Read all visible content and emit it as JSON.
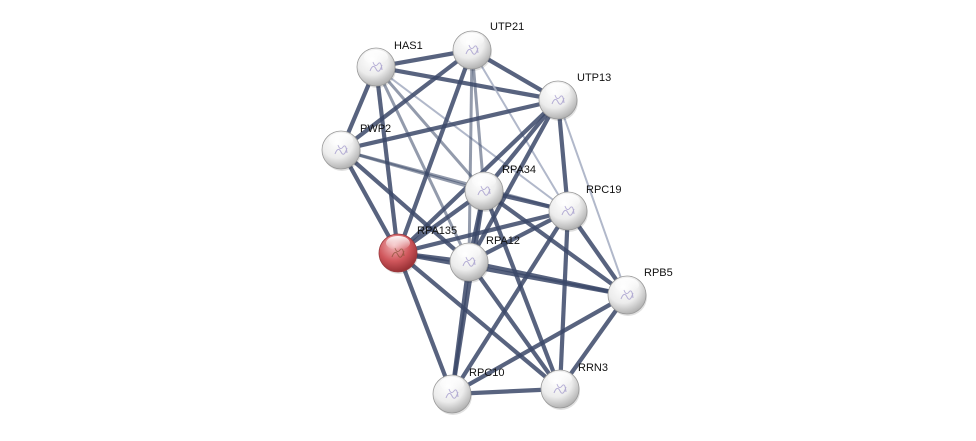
{
  "network": {
    "type": "protein-interaction-network",
    "query_node": "RPA135",
    "colors": {
      "query_node": "#c8484d",
      "node": "#e6e6e6",
      "edge": "#3b4868",
      "edge_weak": "#a9b0c4"
    },
    "nodes": [
      {
        "id": "HAS1",
        "label": "HAS1",
        "query": false
      },
      {
        "id": "UTP21",
        "label": "UTP21",
        "query": false
      },
      {
        "id": "UTP13",
        "label": "UTP13",
        "query": false
      },
      {
        "id": "PWP2",
        "label": "PWP2",
        "query": false
      },
      {
        "id": "RPA34",
        "label": "RPA34",
        "query": false
      },
      {
        "id": "RPC19",
        "label": "RPC19",
        "query": false
      },
      {
        "id": "RPA135",
        "label": "RPA135",
        "query": true
      },
      {
        "id": "RPA12",
        "label": "RPA12",
        "query": false
      },
      {
        "id": "RPB5",
        "label": "RPB5",
        "query": false
      },
      {
        "id": "RPC10",
        "label": "RPC10",
        "query": false
      },
      {
        "id": "RRN3",
        "label": "RRN3",
        "query": false
      }
    ],
    "edges": [
      {
        "source": "HAS1",
        "target": "UTP21",
        "confidence": "high"
      },
      {
        "source": "HAS1",
        "target": "UTP13",
        "confidence": "high"
      },
      {
        "source": "HAS1",
        "target": "PWP2",
        "confidence": "high"
      },
      {
        "source": "HAS1",
        "target": "RPA135",
        "confidence": "high"
      },
      {
        "source": "HAS1",
        "target": "RPA34",
        "confidence": "medium"
      },
      {
        "source": "HAS1",
        "target": "RPA12",
        "confidence": "medium"
      },
      {
        "source": "HAS1",
        "target": "RPC19",
        "confidence": "low"
      },
      {
        "source": "UTP21",
        "target": "UTP13",
        "confidence": "high"
      },
      {
        "source": "UTP21",
        "target": "PWP2",
        "confidence": "high"
      },
      {
        "source": "UTP21",
        "target": "RPA135",
        "confidence": "high"
      },
      {
        "source": "UTP21",
        "target": "RPA34",
        "confidence": "medium"
      },
      {
        "source": "UTP21",
        "target": "RPA12",
        "confidence": "medium"
      },
      {
        "source": "UTP21",
        "target": "RPC19",
        "confidence": "low"
      },
      {
        "source": "UTP13",
        "target": "PWP2",
        "confidence": "high"
      },
      {
        "source": "UTP13",
        "target": "RPA135",
        "confidence": "high"
      },
      {
        "source": "UTP13",
        "target": "RPA34",
        "confidence": "high"
      },
      {
        "source": "UTP13",
        "target": "RPA12",
        "confidence": "high"
      },
      {
        "source": "UTP13",
        "target": "RPC19",
        "confidence": "high"
      },
      {
        "source": "UTP13",
        "target": "RPB5",
        "confidence": "low"
      },
      {
        "source": "PWP2",
        "target": "RPA135",
        "confidence": "high"
      },
      {
        "source": "PWP2",
        "target": "RPA34",
        "confidence": "medium"
      },
      {
        "source": "PWP2",
        "target": "RPA12",
        "confidence": "high"
      },
      {
        "source": "PWP2",
        "target": "RPC19",
        "confidence": "medium"
      },
      {
        "source": "RPA34",
        "target": "RPA135",
        "confidence": "high"
      },
      {
        "source": "RPA34",
        "target": "RPA12",
        "confidence": "high"
      },
      {
        "source": "RPA34",
        "target": "RPC19",
        "confidence": "high"
      },
      {
        "source": "RPA34",
        "target": "RPB5",
        "confidence": "high"
      },
      {
        "source": "RPA34",
        "target": "RPC10",
        "confidence": "high"
      },
      {
        "source": "RPA34",
        "target": "RRN3",
        "confidence": "high"
      },
      {
        "source": "RPC19",
        "target": "RPA135",
        "confidence": "high"
      },
      {
        "source": "RPC19",
        "target": "RPA12",
        "confidence": "high"
      },
      {
        "source": "RPC19",
        "target": "RPB5",
        "confidence": "high"
      },
      {
        "source": "RPC19",
        "target": "RPC10",
        "confidence": "high"
      },
      {
        "source": "RPC19",
        "target": "RRN3",
        "confidence": "high"
      },
      {
        "source": "RPA135",
        "target": "RPA12",
        "confidence": "high"
      },
      {
        "source": "RPA135",
        "target": "RPB5",
        "confidence": "high"
      },
      {
        "source": "RPA135",
        "target": "RPC10",
        "confidence": "high"
      },
      {
        "source": "RPA135",
        "target": "RRN3",
        "confidence": "high"
      },
      {
        "source": "RPA12",
        "target": "RPB5",
        "confidence": "high"
      },
      {
        "source": "RPA12",
        "target": "RPC10",
        "confidence": "high"
      },
      {
        "source": "RPA12",
        "target": "RRN3",
        "confidence": "high"
      },
      {
        "source": "RPB5",
        "target": "RPC10",
        "confidence": "high"
      },
      {
        "source": "RPB5",
        "target": "RRN3",
        "confidence": "high"
      },
      {
        "source": "RPC10",
        "target": "RRN3",
        "confidence": "high"
      }
    ]
  }
}
